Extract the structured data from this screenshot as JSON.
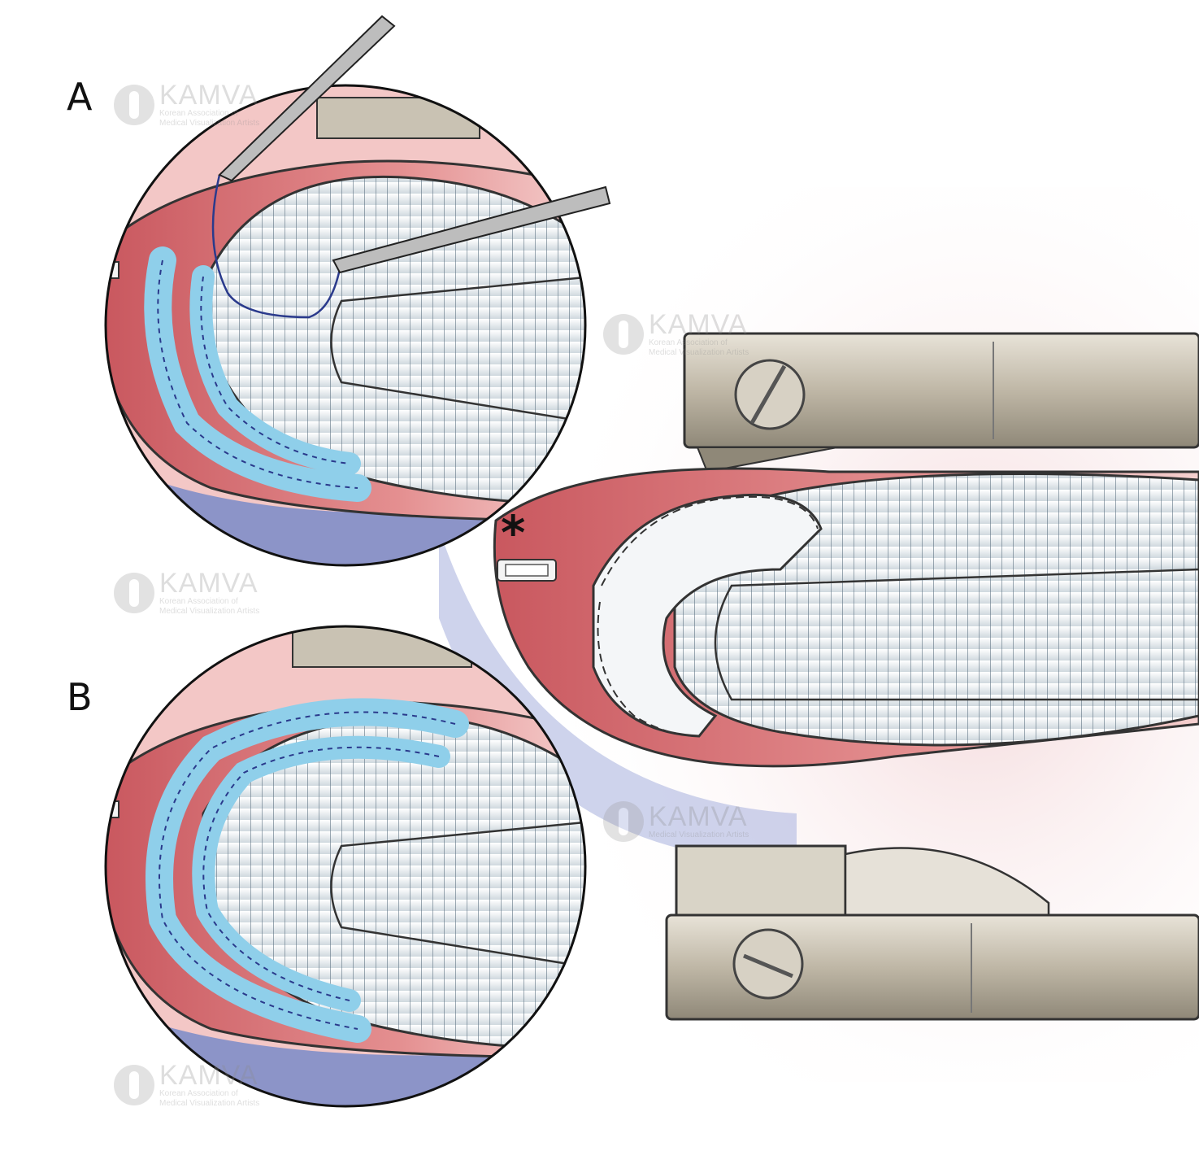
{
  "figure": {
    "panel_labels": [
      "A",
      "B"
    ],
    "asterisk": "*"
  },
  "watermark": {
    "name": "KAMVA",
    "subtitle_line1": "Korean Association of",
    "subtitle_line2": "Medical Visualization Artists"
  },
  "colors": {
    "tissue": "#d9777b",
    "tissue_light": "#f2c4c2",
    "graft": "#eef2f4",
    "graft_stripe": "#5f7383",
    "pledget": "#8fcfea",
    "suture": "#2a3a8c",
    "clamp": "#c9c2b3",
    "background_shadow": "#9aa6d0"
  }
}
